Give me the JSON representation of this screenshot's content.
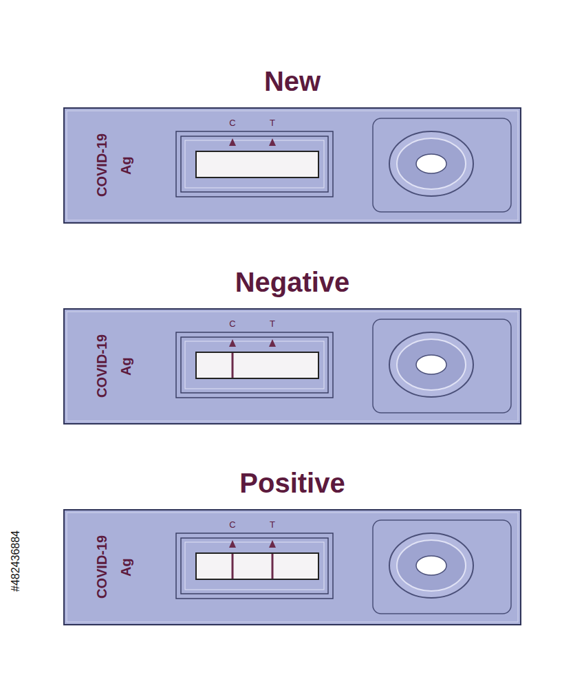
{
  "diagram": {
    "nodes": [
      {
        "text": [
          "New",
          "COVID-19",
          "Ag"
        ]
      },
      {
        "text": [
          "C",
          "T"
        ],
        "in": 0
      },
      {
        "text": [
          "Negative",
          "COVID-19",
          "Ag"
        ]
      },
      {
        "text": [
          "C",
          "T"
        ],
        "in": 2
      },
      {
        "text": [
          "Positive",
          "COVID-19",
          "Ag"
        ]
      },
      {
        "text": [
          "C",
          "T"
        ],
        "in": 4
      }
    ],
    "labels": [
      "#482436884"
    ]
  }
}
